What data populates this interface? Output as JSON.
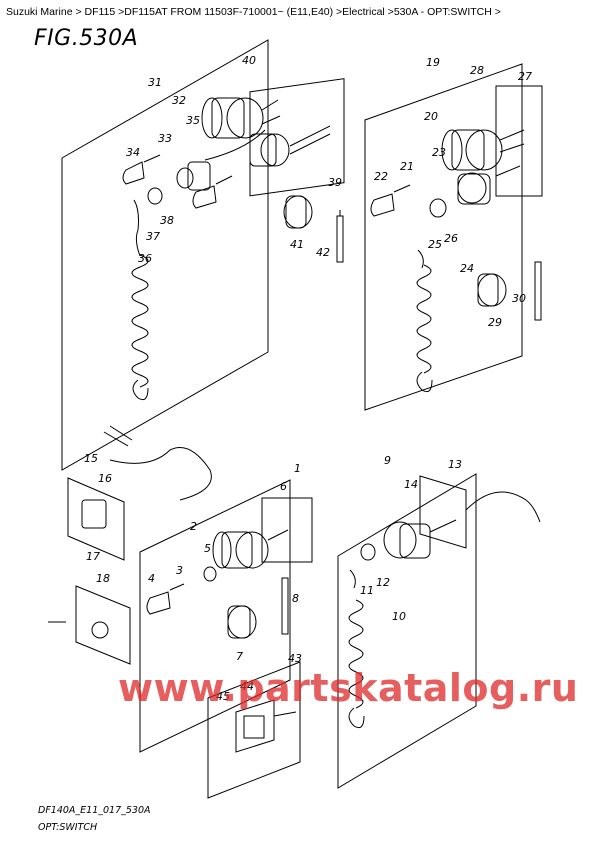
{
  "header": {
    "breadcrumb": "Suzuki Marine > DF115 >DF115AT FROM 11503F-710001~ (E11,E40) >Electrical >530A - OPT:SWITCH >",
    "fig_title": "FIG.530A"
  },
  "footer": {
    "drawing_code": "DF140A_E11_017_530A",
    "subtitle": "OPT:SWITCH"
  },
  "watermark": "www.partskatalog.ru",
  "colors": {
    "line": "#000000",
    "watermark": "#de2828",
    "background": "#ffffff"
  },
  "part_callouts": [
    "1",
    "2",
    "3",
    "4",
    "5",
    "6",
    "7",
    "8",
    "9",
    "10",
    "11",
    "12",
    "13",
    "14",
    "15",
    "16",
    "17",
    "18",
    "19",
    "20",
    "21",
    "22",
    "23",
    "24",
    "25",
    "26",
    "27",
    "28",
    "29",
    "30",
    "31",
    "32",
    "33",
    "34",
    "35",
    "36",
    "37",
    "38",
    "39",
    "40",
    "41",
    "42",
    "43",
    "44",
    "45"
  ]
}
